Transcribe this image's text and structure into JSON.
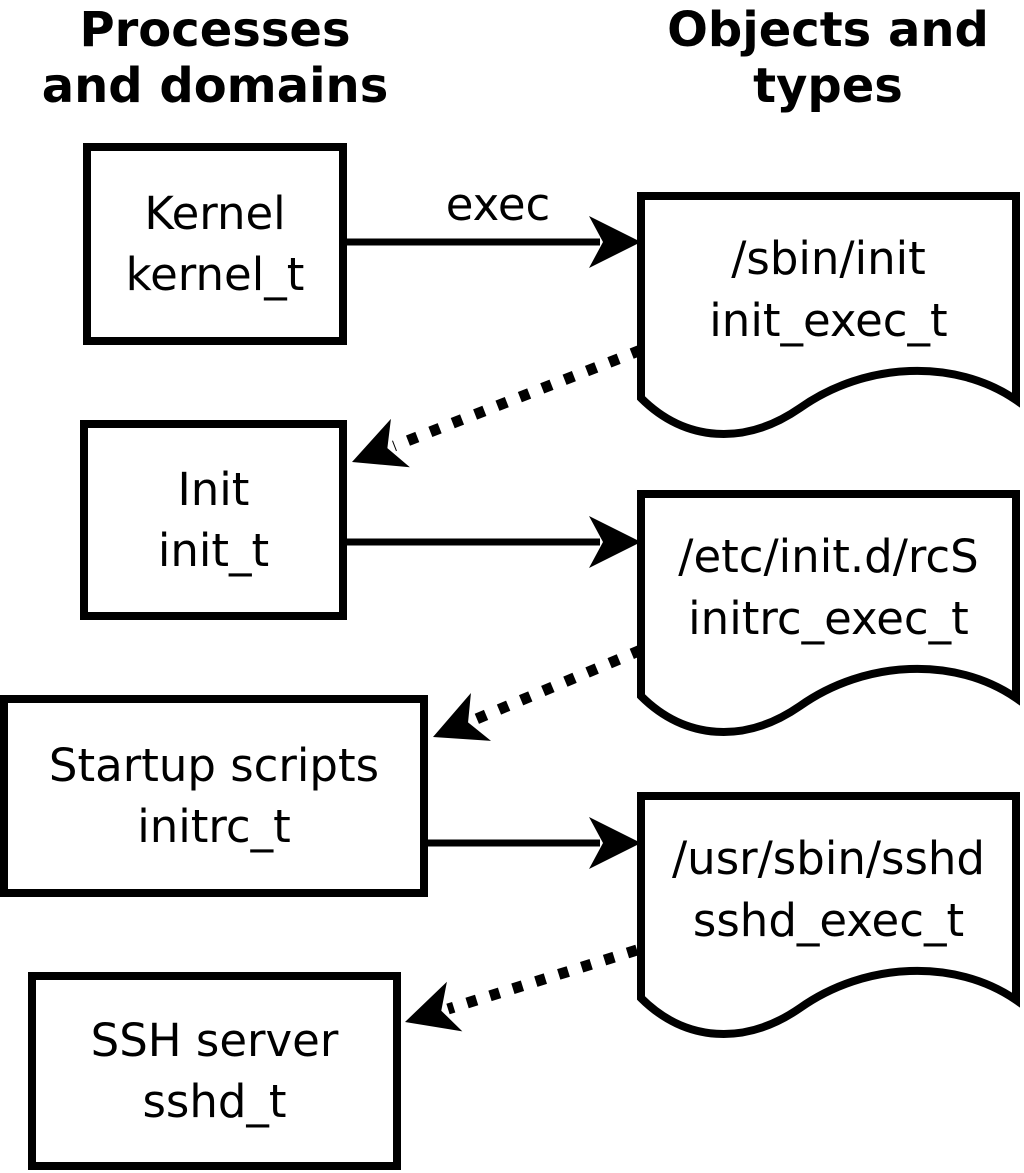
{
  "diagram": {
    "headers": {
      "left": {
        "line1": "Processes",
        "line2": "and domains"
      },
      "right": {
        "line1": "Objects and",
        "line2": "types"
      }
    },
    "processes": [
      {
        "name": "Kernel",
        "domain": "kernel_t"
      },
      {
        "name": "Init",
        "domain": "init_t"
      },
      {
        "name": "Startup scripts",
        "domain": "initrc_t"
      },
      {
        "name": "SSH server",
        "domain": "sshd_t"
      }
    ],
    "objects": [
      {
        "path": "/sbin/init",
        "type": "init_exec_t"
      },
      {
        "path": "/etc/init.d/rcS",
        "type": "initrc_exec_t"
      },
      {
        "path": "/usr/sbin/sshd",
        "type": "sshd_exec_t"
      }
    ],
    "edges": {
      "exec_label": "exec",
      "solid": [
        {
          "from": "kernel_t",
          "to": "init_exec_t",
          "label": "exec"
        },
        {
          "from": "init_t",
          "to": "initrc_exec_t",
          "label": ""
        },
        {
          "from": "initrc_t",
          "to": "sshd_exec_t",
          "label": ""
        }
      ],
      "dotted": [
        {
          "from": "init_exec_t",
          "to": "init_t"
        },
        {
          "from": "initrc_exec_t",
          "to": "initrc_t"
        },
        {
          "from": "sshd_exec_t",
          "to": "sshd_t"
        }
      ]
    },
    "colors": {
      "foreground": "#000000",
      "background": "#ffffff"
    }
  }
}
